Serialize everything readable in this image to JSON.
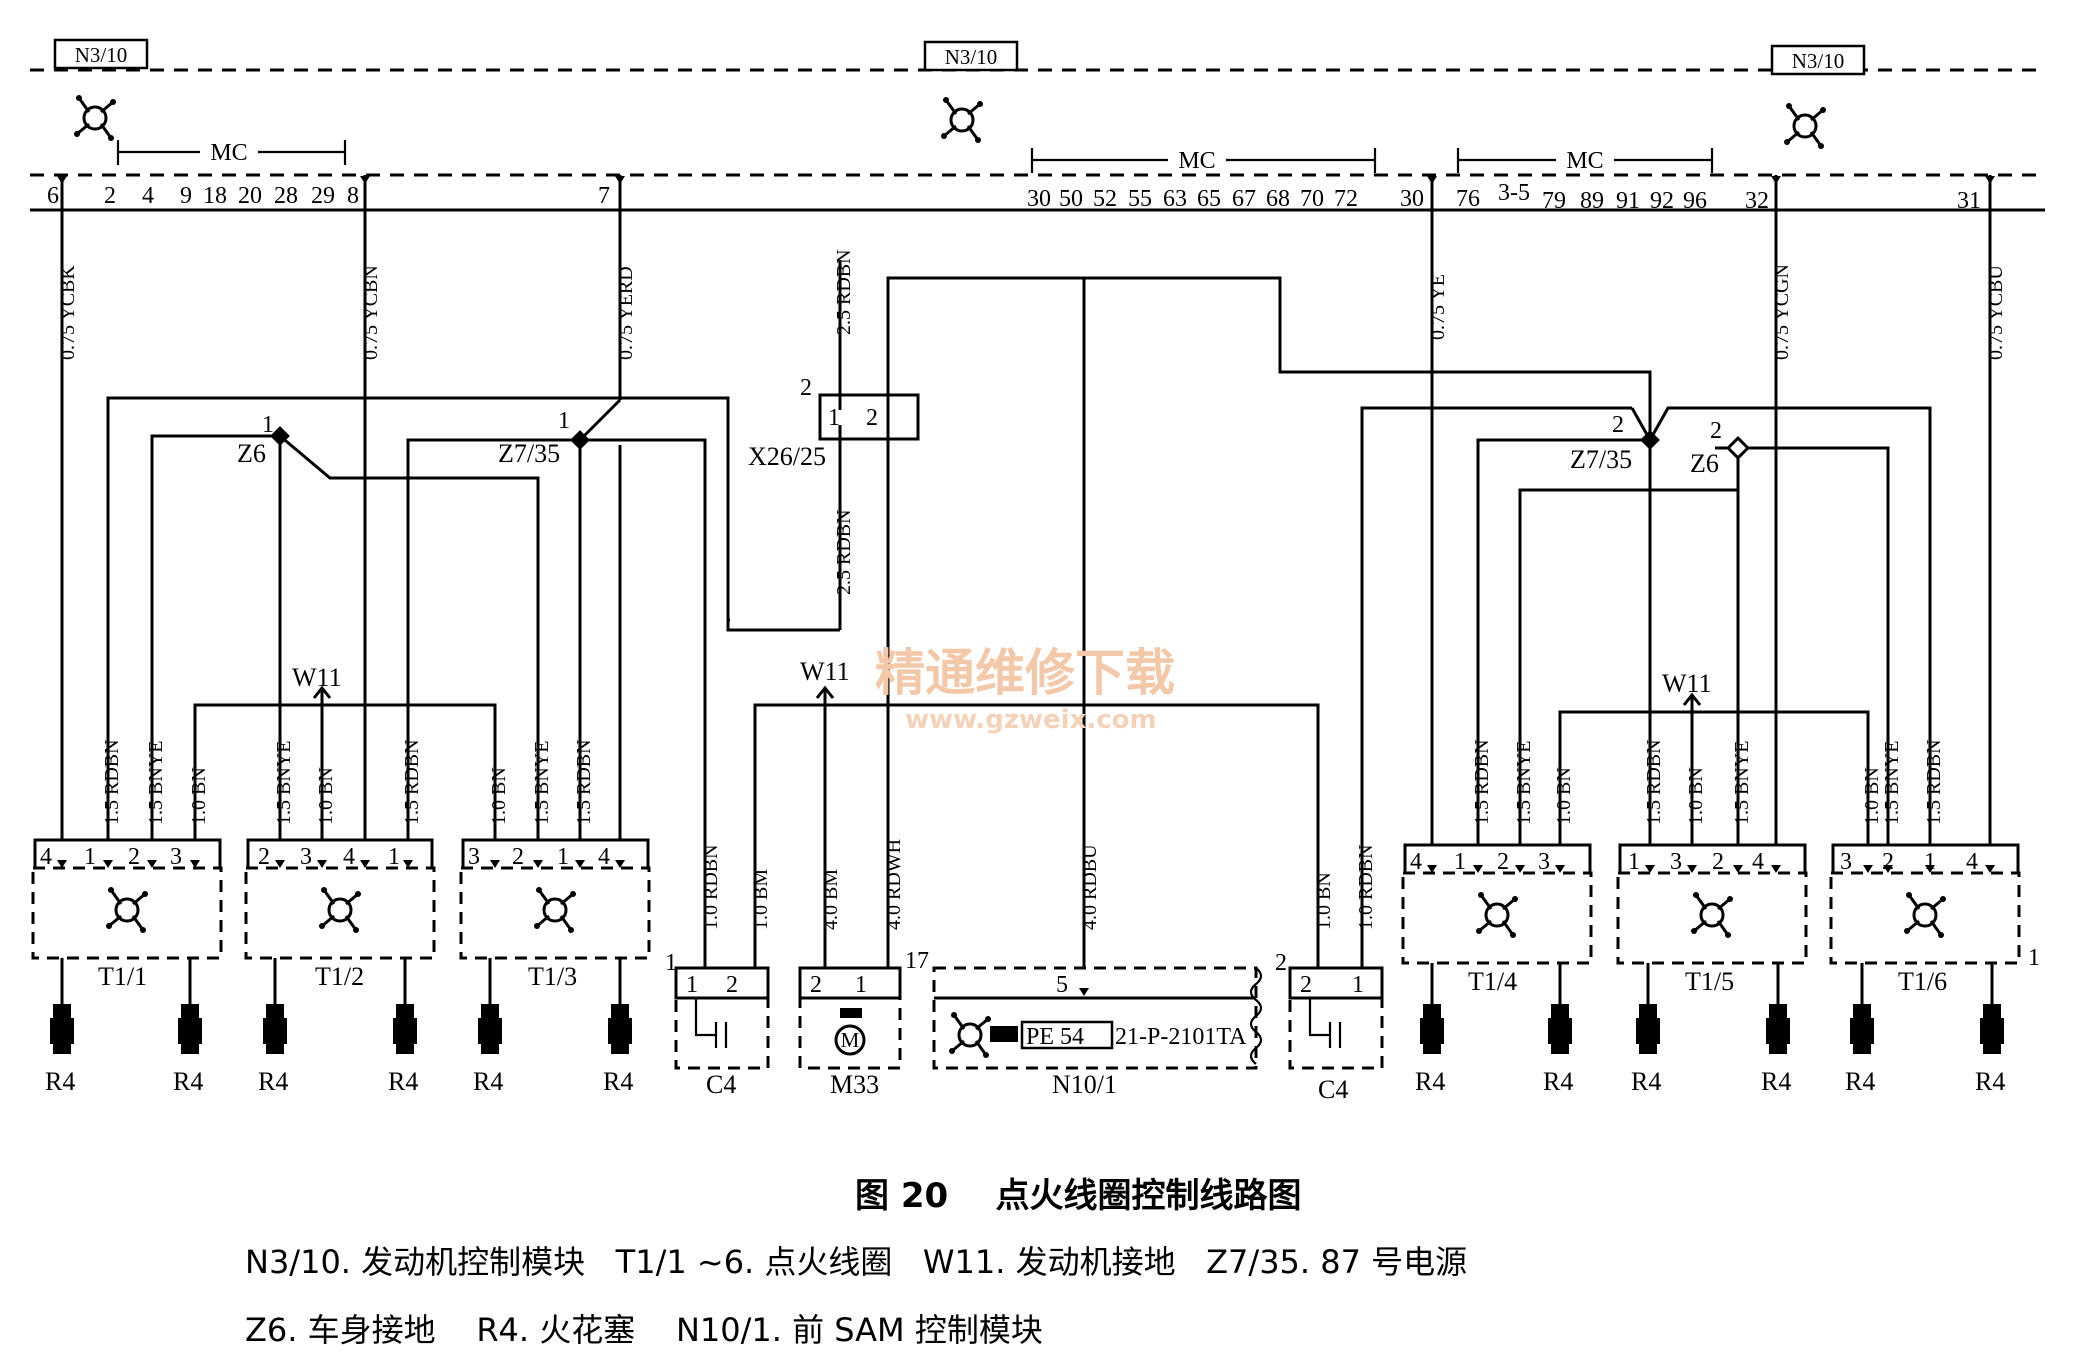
{
  "module": {
    "label": "N3/10"
  },
  "buses": {
    "mc": "MC"
  },
  "pins_left": [
    "6",
    "2",
    "4",
    "9",
    "18",
    "20",
    "28",
    "29",
    "8"
  ],
  "pin_7": "7",
  "pins_middle": [
    "30",
    "50",
    "52",
    "55",
    "63",
    "65",
    "67",
    "68",
    "70",
    "72"
  ],
  "pins_right": [
    "30",
    "76",
    "3-5",
    "79",
    "89",
    "91",
    "92",
    "96"
  ],
  "pin_32": "32",
  "pin_31": "31",
  "wires": {
    "ycbk": "0.75 YCBK",
    "ycbn": "0.75 YCBN",
    "yerd": "0.75 YERD",
    "ye": "0.75 YE",
    "ycgn": "0.75 YCGN",
    "ycbu": "0.75 YCBU",
    "rdbn25": "2.5 RDBN",
    "rdbn15": "1.5 RDBN",
    "bnye15": "1.5 BNYE",
    "bn10": "1.0 BN",
    "rdbn10": "1.0 RDBN",
    "bm10": "1.0 BM",
    "bm40": "4.0 BM",
    "rdwh40": "4.0 RDWH",
    "rdbu40": "4.0 RDBU"
  },
  "nodes": {
    "z6": "Z6",
    "z735": "Z7/35",
    "w11": "W11",
    "x2625": "X26/25",
    "n1": "1",
    "n2": "2"
  },
  "coils_left": [
    {
      "name": "T1/1",
      "pins": [
        "4",
        "1",
        "2",
        "3"
      ]
    },
    {
      "name": "T1/2",
      "pins": [
        "2",
        "3",
        "4",
        "1"
      ]
    },
    {
      "name": "T1/3",
      "pins": [
        "3",
        "2",
        "1",
        "4"
      ]
    }
  ],
  "coils_right": [
    {
      "name": "T1/4",
      "pins": [
        "4",
        "1",
        "2",
        "3"
      ]
    },
    {
      "name": "T1/5",
      "pins": [
        "1",
        "3",
        "2",
        "4"
      ]
    },
    {
      "name": "T1/6",
      "pins": [
        "3",
        "2",
        "1",
        "4"
      ]
    }
  ],
  "spark_plug": "R4",
  "c4": {
    "name": "C4",
    "p1": "1",
    "p2": "2"
  },
  "m33": {
    "name": "M33",
    "p2": "2",
    "p1": "1",
    "side": "17"
  },
  "n101": {
    "name": "N10/1",
    "pin": "5",
    "part": "PE  54",
    "code": "21-P-2101TA"
  },
  "side_marks": {
    "c4_left": "1",
    "c4_right": "2",
    "t16": "1"
  },
  "watermark": {
    "cn": "精通维修下载",
    "url": "www.gzweix.com"
  },
  "caption": {
    "title": "图 20    点火线圈控制线路图",
    "line1": "N3/10. 发动机控制模块   T1/1 ~6. 点火线圈   W11. 发动机接地   Z7/35. 87 号电源",
    "line2": "Z6. 车身接地    R4. 火花塞    N10/1. 前 SAM 控制模块"
  }
}
